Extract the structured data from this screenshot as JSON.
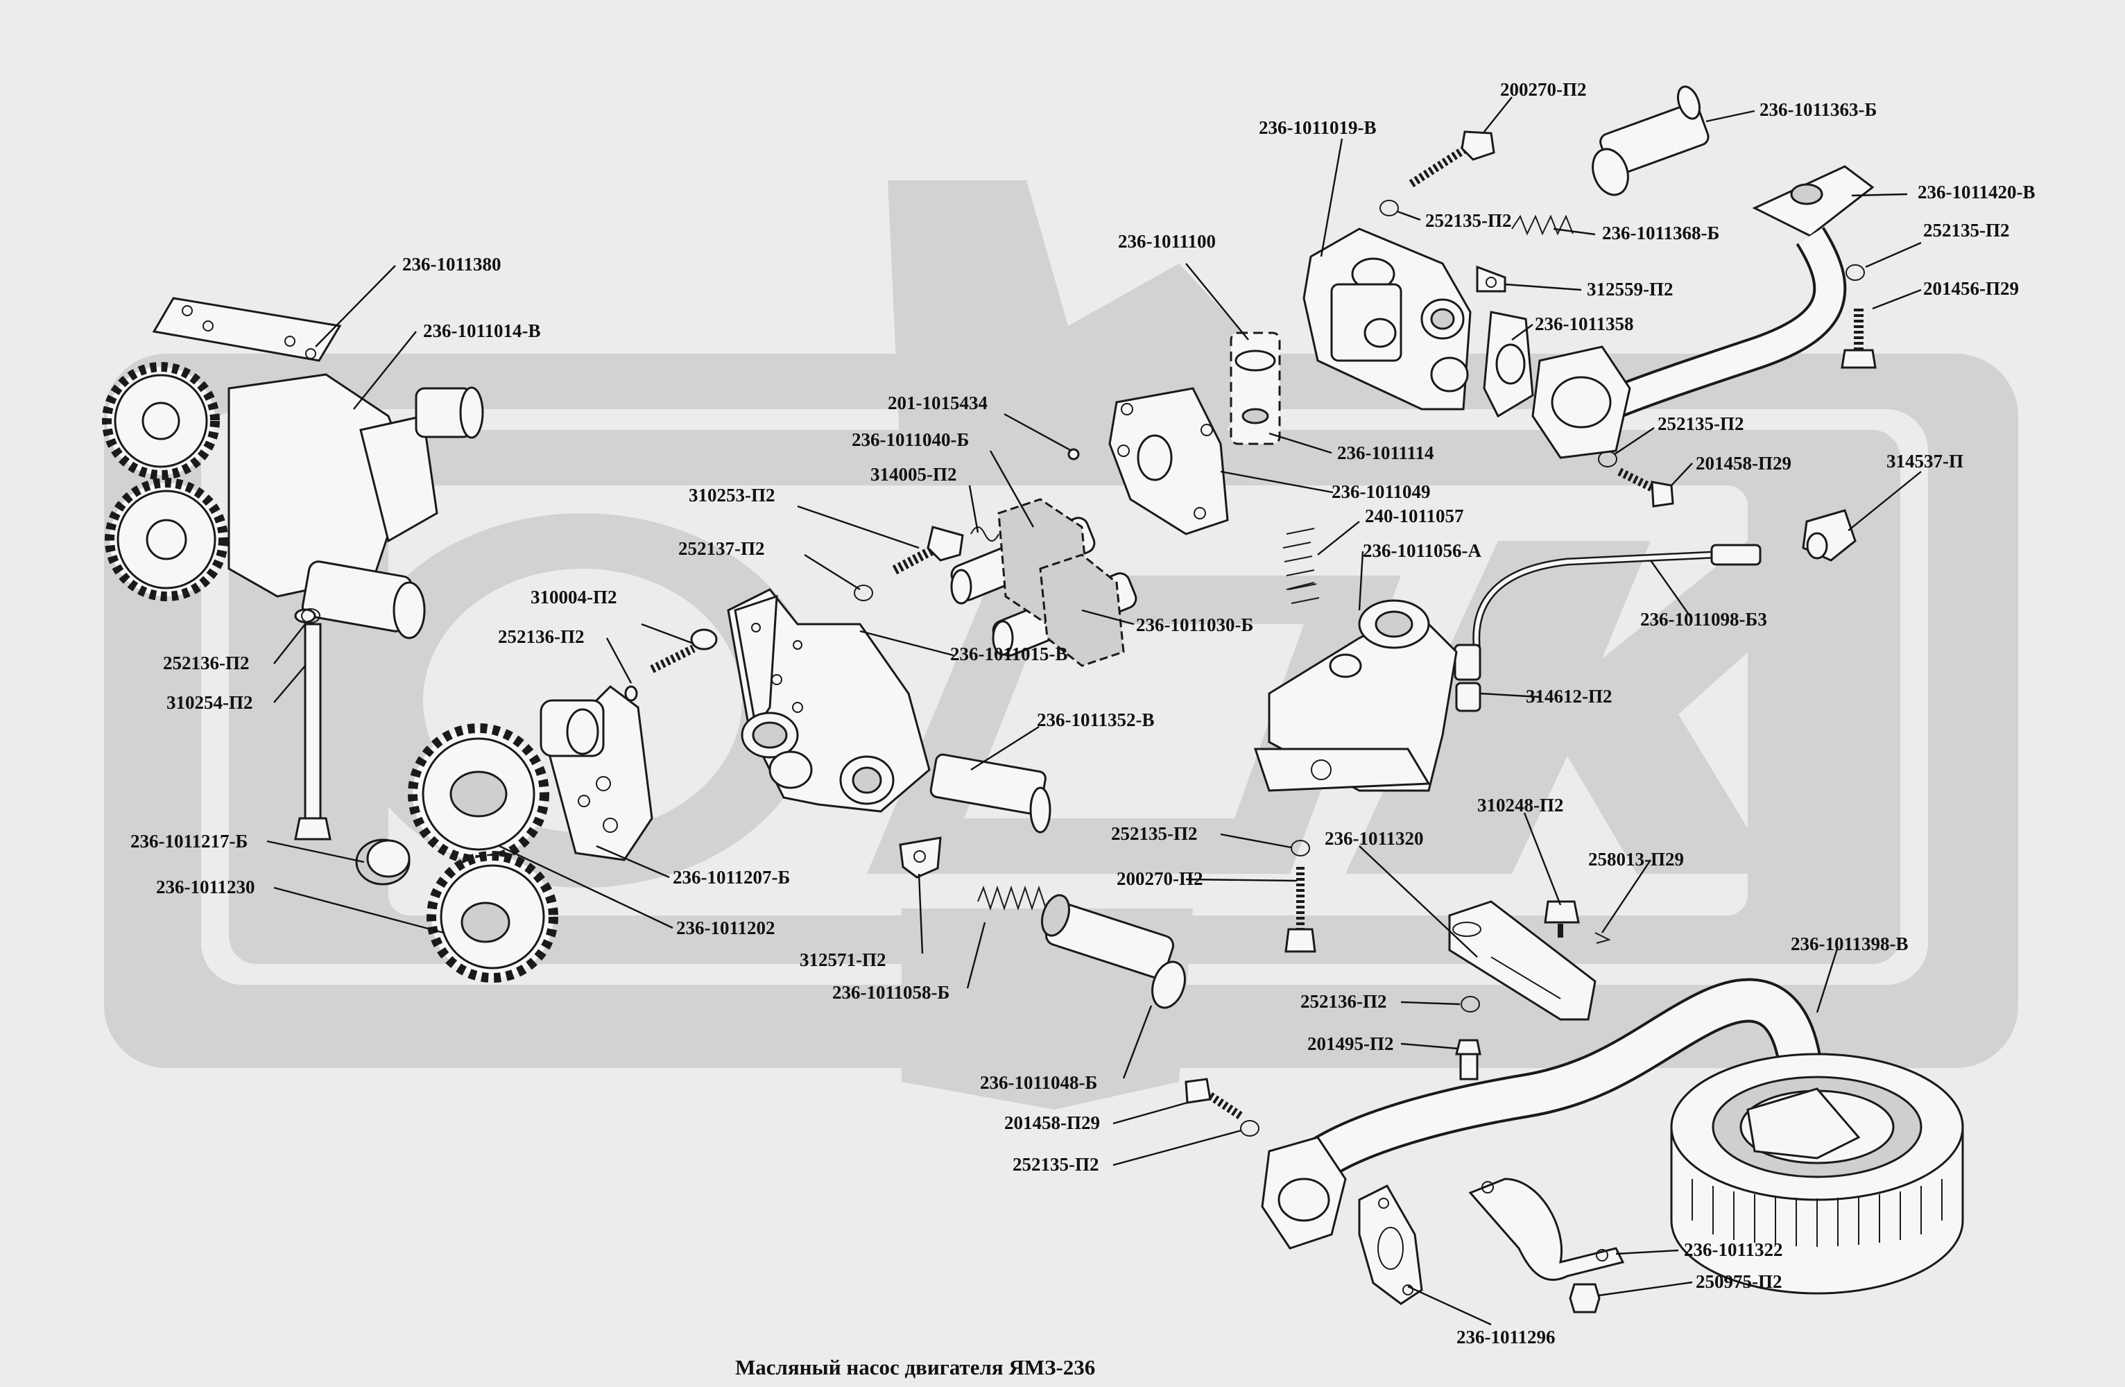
{
  "title": "Масляный насос двигателя ЯМЗ-236",
  "labels": [
    {
      "id": "p1",
      "text": "236-1011380"
    },
    {
      "id": "p2",
      "text": "236-1011014-В"
    },
    {
      "id": "p3",
      "text": "252136-П2"
    },
    {
      "id": "p4",
      "text": "310254-П2"
    },
    {
      "id": "p5",
      "text": "236-1011217-Б"
    },
    {
      "id": "p6",
      "text": "236-1011230"
    },
    {
      "id": "p7",
      "text": "310004-П2"
    },
    {
      "id": "p8",
      "text": "252136-П2"
    },
    {
      "id": "p9",
      "text": "236-1011207-Б"
    },
    {
      "id": "p10",
      "text": "236-1011202"
    },
    {
      "id": "p11",
      "text": "310253-П2"
    },
    {
      "id": "p12",
      "text": "252137-П2"
    },
    {
      "id": "p13",
      "text": "201-1015434"
    },
    {
      "id": "p14",
      "text": "236-1011040-Б"
    },
    {
      "id": "p15",
      "text": "314005-П2"
    },
    {
      "id": "p16",
      "text": "236-1011015-В"
    },
    {
      "id": "p17",
      "text": "236-1011352-В"
    },
    {
      "id": "p18",
      "text": "312571-П2"
    },
    {
      "id": "p19",
      "text": "236-1011058-Б"
    },
    {
      "id": "p20",
      "text": "236-1011048-Б"
    },
    {
      "id": "p21",
      "text": "201458-П29"
    },
    {
      "id": "p22",
      "text": "252135-П2"
    },
    {
      "id": "p23",
      "text": "236-1011100"
    },
    {
      "id": "p24",
      "text": "236-1011114"
    },
    {
      "id": "p25",
      "text": "236-1011049"
    },
    {
      "id": "p26",
      "text": "240-1011057"
    },
    {
      "id": "p27",
      "text": "236-1011056-А"
    },
    {
      "id": "p28",
      "text": "236-1011030-Б"
    },
    {
      "id": "p29",
      "text": "236-1011019-В"
    },
    {
      "id": "p30",
      "text": "200270-П2"
    },
    {
      "id": "p31",
      "text": "252135-П2"
    },
    {
      "id": "p32",
      "text": "236-1011368-Б"
    },
    {
      "id": "p33",
      "text": "312559-П2"
    },
    {
      "id": "p34",
      "text": "236-1011358"
    },
    {
      "id": "p35",
      "text": "236-1011363-Б"
    },
    {
      "id": "p36",
      "text": "236-1011420-В"
    },
    {
      "id": "p37",
      "text": "252135-П2"
    },
    {
      "id": "p38",
      "text": "201456-П29"
    },
    {
      "id": "p39",
      "text": "252135-П2"
    },
    {
      "id": "p40",
      "text": "201458-П29"
    },
    {
      "id": "p41",
      "text": "314537-П"
    },
    {
      "id": "p42",
      "text": "236-1011098-Б3"
    },
    {
      "id": "p43",
      "text": "314612-П2"
    },
    {
      "id": "p44",
      "text": "252135-П2"
    },
    {
      "id": "p45",
      "text": "200270-П2"
    },
    {
      "id": "p46",
      "text": "236-1011320"
    },
    {
      "id": "p47",
      "text": "310248-П2"
    },
    {
      "id": "p48",
      "text": "258013-П29"
    },
    {
      "id": "p49",
      "text": "236-1011398-В"
    },
    {
      "id": "p50",
      "text": "252136-П2"
    },
    {
      "id": "p51",
      "text": "201495-П2"
    },
    {
      "id": "p52",
      "text": "236-1011322"
    },
    {
      "id": "p53",
      "text": "250975-П2"
    },
    {
      "id": "p54",
      "text": "236-1011296"
    }
  ]
}
